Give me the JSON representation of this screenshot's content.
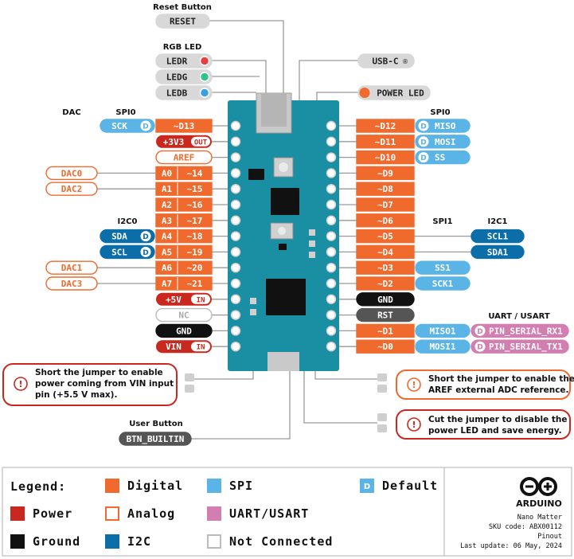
{
  "colors": {
    "digital": "#f0692d",
    "analog_border": "#f0692d",
    "power": "#c8281e",
    "ground": "#111111",
    "spi": "#5ab4e6",
    "i2c": "#0b6ea9",
    "uart": "#d27eb0",
    "nc": "#bbbbbb",
    "board": "#1a8ea3",
    "gray_label": "#d8d8d8",
    "dark_label": "#555555"
  },
  "top": {
    "reset_title": "Reset Button",
    "reset_label": "RESET",
    "rgb_title": "RGB LED",
    "rgb": [
      {
        "label": "LEDR",
        "color": "#e84040"
      },
      {
        "label": "LEDG",
        "color": "#2ec48a"
      },
      {
        "label": "LEDB",
        "color": "#3aa0e0"
      }
    ],
    "usbc_label": "USB-C",
    "usbc_mark": "®",
    "powerled_label": "POWER LED"
  },
  "headers": {
    "dac": "DAC",
    "spi0_left": "SPI0",
    "spi0_right": "SPI0",
    "i2c0": "I2C0",
    "spi1": "SPI1",
    "i2c1": "I2C1",
    "uart": "UART / USART"
  },
  "left_pins": [
    {
      "pin": "~D13",
      "type": "digital",
      "extras": [
        {
          "text": "SCK",
          "badge": "D",
          "type": "spi"
        }
      ]
    },
    {
      "pin": "+3V3",
      "type": "power",
      "tag": "OUT"
    },
    {
      "pin": "AREF",
      "type": "analog"
    },
    {
      "pin": "~14",
      "num": "A0",
      "type": "digital",
      "extras": [
        {
          "text": "DAC0",
          "type": "analog"
        }
      ]
    },
    {
      "pin": "~15",
      "num": "A1",
      "type": "digital",
      "extras": [
        {
          "text": "DAC2",
          "type": "analog"
        }
      ]
    },
    {
      "pin": "~16",
      "num": "A2",
      "type": "digital"
    },
    {
      "pin": "~17",
      "num": "A3",
      "type": "digital"
    },
    {
      "pin": "~18",
      "num": "A4",
      "type": "digital",
      "extras": [
        {
          "text": "SDA",
          "badge": "D",
          "type": "i2c"
        }
      ]
    },
    {
      "pin": "~19",
      "num": "A5",
      "type": "digital",
      "extras": [
        {
          "text": "SCL",
          "badge": "D",
          "type": "i2c"
        }
      ]
    },
    {
      "pin": "~20",
      "num": "A6",
      "type": "digital",
      "extras": [
        {
          "text": "DAC1",
          "type": "analog"
        }
      ]
    },
    {
      "pin": "~21",
      "num": "A7",
      "type": "digital",
      "extras": [
        {
          "text": "DAC3",
          "type": "analog"
        }
      ]
    },
    {
      "pin": "+5V",
      "type": "power",
      "tag": "IN"
    },
    {
      "pin": "NC",
      "type": "nc"
    },
    {
      "pin": "GND",
      "type": "ground"
    },
    {
      "pin": "VIN",
      "type": "power",
      "tag": "IN"
    }
  ],
  "right_pins": [
    {
      "pin": "~D12",
      "type": "digital",
      "extras": [
        {
          "text": "MISO",
          "badge": "D",
          "type": "spi"
        }
      ]
    },
    {
      "pin": "~D11",
      "type": "digital",
      "extras": [
        {
          "text": "MOSI",
          "badge": "D",
          "type": "spi"
        }
      ]
    },
    {
      "pin": "~D10",
      "type": "digital",
      "extras": [
        {
          "text": "SS",
          "badge": "D",
          "type": "spi"
        }
      ]
    },
    {
      "pin": "~D9",
      "type": "digital"
    },
    {
      "pin": "~D8",
      "type": "digital"
    },
    {
      "pin": "~D7",
      "type": "digital"
    },
    {
      "pin": "~D6",
      "type": "digital"
    },
    {
      "pin": "~D5",
      "type": "digital",
      "extras": [
        {
          "text": "SCL1",
          "type": "i2c",
          "col": 2
        }
      ]
    },
    {
      "pin": "~D4",
      "type": "digital",
      "extras": [
        {
          "text": "SDA1",
          "type": "i2c",
          "col": 2
        }
      ]
    },
    {
      "pin": "~D3",
      "type": "digital",
      "extras": [
        {
          "text": "SS1",
          "type": "spi"
        }
      ]
    },
    {
      "pin": "~D2",
      "type": "digital",
      "extras": [
        {
          "text": "SCK1",
          "type": "spi"
        }
      ]
    },
    {
      "pin": "GND",
      "type": "ground"
    },
    {
      "pin": "RST",
      "type": "reset"
    },
    {
      "pin": "~D1",
      "type": "digital",
      "extras": [
        {
          "text": "MISO1",
          "type": "spi"
        },
        {
          "text": "PIN_SERIAL_RX1",
          "badge": "D",
          "type": "uart"
        }
      ]
    },
    {
      "pin": "~D0",
      "type": "digital",
      "extras": [
        {
          "text": "MOSI1",
          "type": "spi"
        },
        {
          "text": "PIN_SERIAL_TX1",
          "badge": "D",
          "type": "uart"
        }
      ]
    }
  ],
  "notes": {
    "vin_jumper": [
      "Short the jumper to enable",
      "power coming from VIN input",
      "pin (+5.5 V max)."
    ],
    "aref_jumper": [
      "Short the jumper to enable the",
      "AREF external ADC reference."
    ],
    "led_jumper": [
      "Cut the jumper to disable the",
      "power LED and save energy."
    ]
  },
  "user_button": {
    "title": "User Button",
    "label": "BTN_BUILTIN"
  },
  "legend": {
    "title": "Legend:",
    "items": [
      {
        "label": "Digital",
        "type": "digital"
      },
      {
        "label": "SPI",
        "type": "spi"
      },
      {
        "label": "Default",
        "type": "default",
        "badge": "D"
      },
      {
        "label": "Power",
        "type": "power"
      },
      {
        "label": "Analog",
        "type": "analog"
      },
      {
        "label": "UART/USART",
        "type": "uart"
      },
      {
        "label": "Ground",
        "type": "ground"
      },
      {
        "label": "I2C",
        "type": "i2c"
      },
      {
        "label": "Not Connected",
        "type": "nc"
      }
    ]
  },
  "info": {
    "brand": "ARDUINO",
    "product": "Nano Matter",
    "sku": "SKU code: ABX00112",
    "doc": "Pinout",
    "updated": "Last update: 06 May, 2024"
  }
}
